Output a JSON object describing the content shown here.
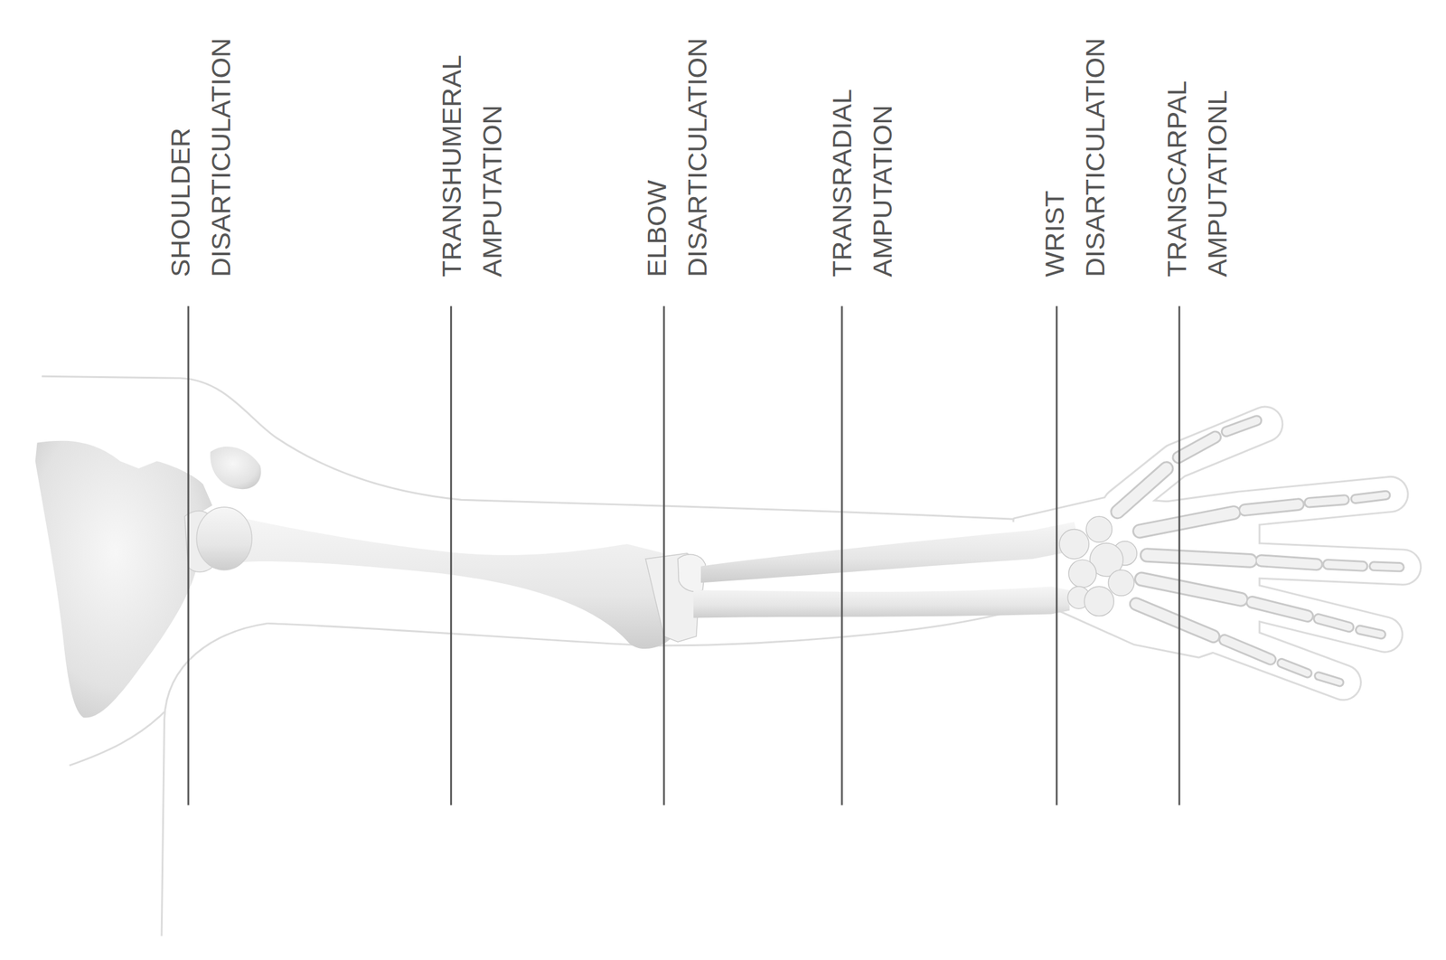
{
  "diagram": {
    "labels": [
      "SHOULDER DISARTICULATION",
      "TRANSHUMERAL AMPUTATION",
      "ELBOW DISARTICULATION",
      "TRANSRADIAL AMPUTATION",
      "WRIST DISARTICULATION",
      "TRANSCARPAL AMPUTATIONL"
    ]
  }
}
